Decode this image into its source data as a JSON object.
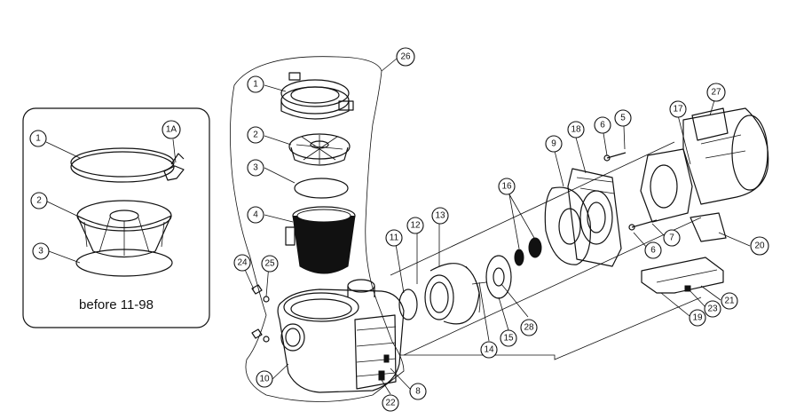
{
  "inset": {
    "caption": "before 11-98",
    "callouts": [
      "1",
      "1A",
      "2",
      "3"
    ]
  },
  "callouts": [
    "26",
    "1",
    "2",
    "3",
    "4",
    "24",
    "25",
    "10",
    "22",
    "8",
    "11",
    "12",
    "13",
    "14",
    "15",
    "28",
    "16",
    "9",
    "18",
    "6",
    "5",
    "17",
    "27",
    "7",
    "6",
    "20",
    "21",
    "23",
    "19"
  ]
}
